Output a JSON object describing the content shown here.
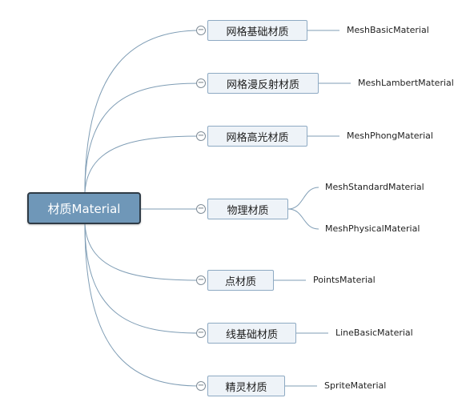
{
  "root": {
    "label": "材质Material"
  },
  "branches": [
    {
      "label": "网格基础材质",
      "children": [
        "MeshBasicMaterial"
      ]
    },
    {
      "label": "网格漫反射材质",
      "children": [
        "MeshLambertMaterial"
      ]
    },
    {
      "label": "网格高光材质",
      "children": [
        "MeshPhongMaterial"
      ]
    },
    {
      "label": "物理材质",
      "children": [
        "MeshStandardMaterial",
        "MeshPhysicalMaterial"
      ]
    },
    {
      "label": "点材质",
      "children": [
        "PointsMaterial"
      ]
    },
    {
      "label": "线基础材质",
      "children": [
        "LineBasicMaterial"
      ]
    },
    {
      "label": "精灵材质",
      "children": [
        "SpriteMaterial"
      ]
    }
  ],
  "collapse_symbol": "−",
  "colors": {
    "line": "#7f9db5",
    "root_fill": "#6f97b8",
    "root_border": "#2f3b46",
    "topic_fill": "#eef3f8",
    "topic_border": "#8eaac3"
  }
}
